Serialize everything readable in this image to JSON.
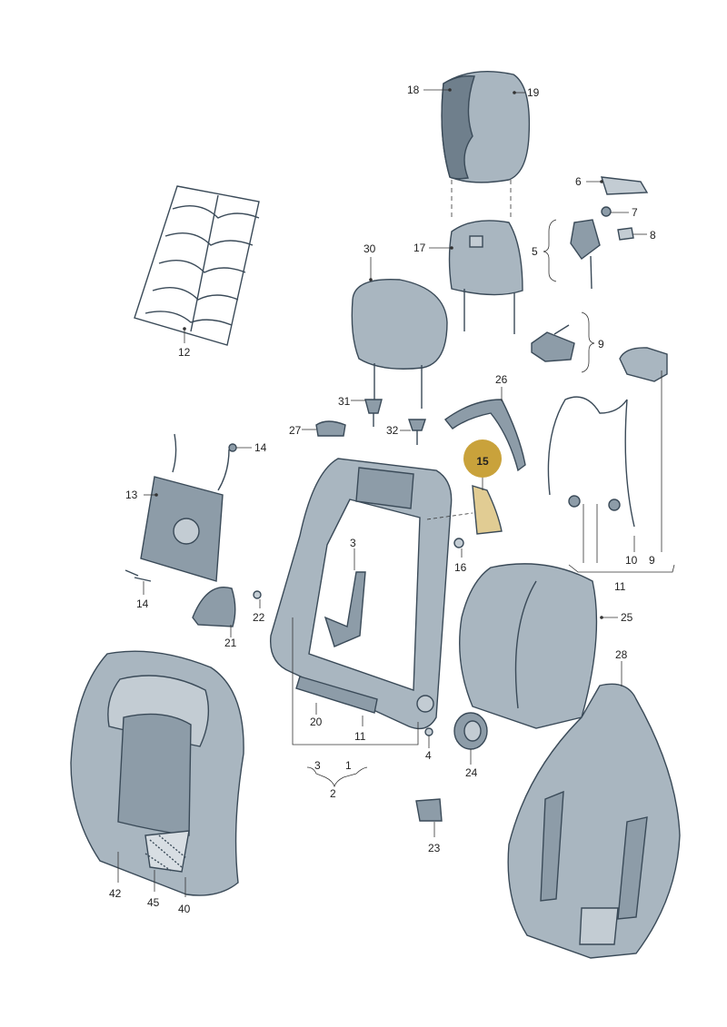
{
  "diagram": {
    "highlight": {
      "label": "15",
      "color": "#c9a23b"
    },
    "colors": {
      "part_fill": "#a9b6c0",
      "part_stroke": "#3a4a58",
      "highlight": "#c9a23b"
    },
    "labels": {
      "l1": "1",
      "l2": "2",
      "l3a": "3",
      "l3b": "3",
      "l4": "4",
      "l5": "5",
      "l6": "6",
      "l7": "7",
      "l8": "8",
      "l9a": "9",
      "l9b": "9",
      "l10": "10",
      "l11a": "11",
      "l11b": "11",
      "l12": "12",
      "l13": "13",
      "l14a": "14",
      "l14b": "14",
      "l16": "16",
      "l17": "17",
      "l18": "18",
      "l19": "19",
      "l20": "20",
      "l21": "21",
      "l22": "22",
      "l23": "23",
      "l24": "24",
      "l25": "25",
      "l26": "26",
      "l27": "27",
      "l28": "28",
      "l30": "30",
      "l31": "31",
      "l32": "32",
      "l40": "40",
      "l42": "42",
      "l45": "45"
    }
  }
}
